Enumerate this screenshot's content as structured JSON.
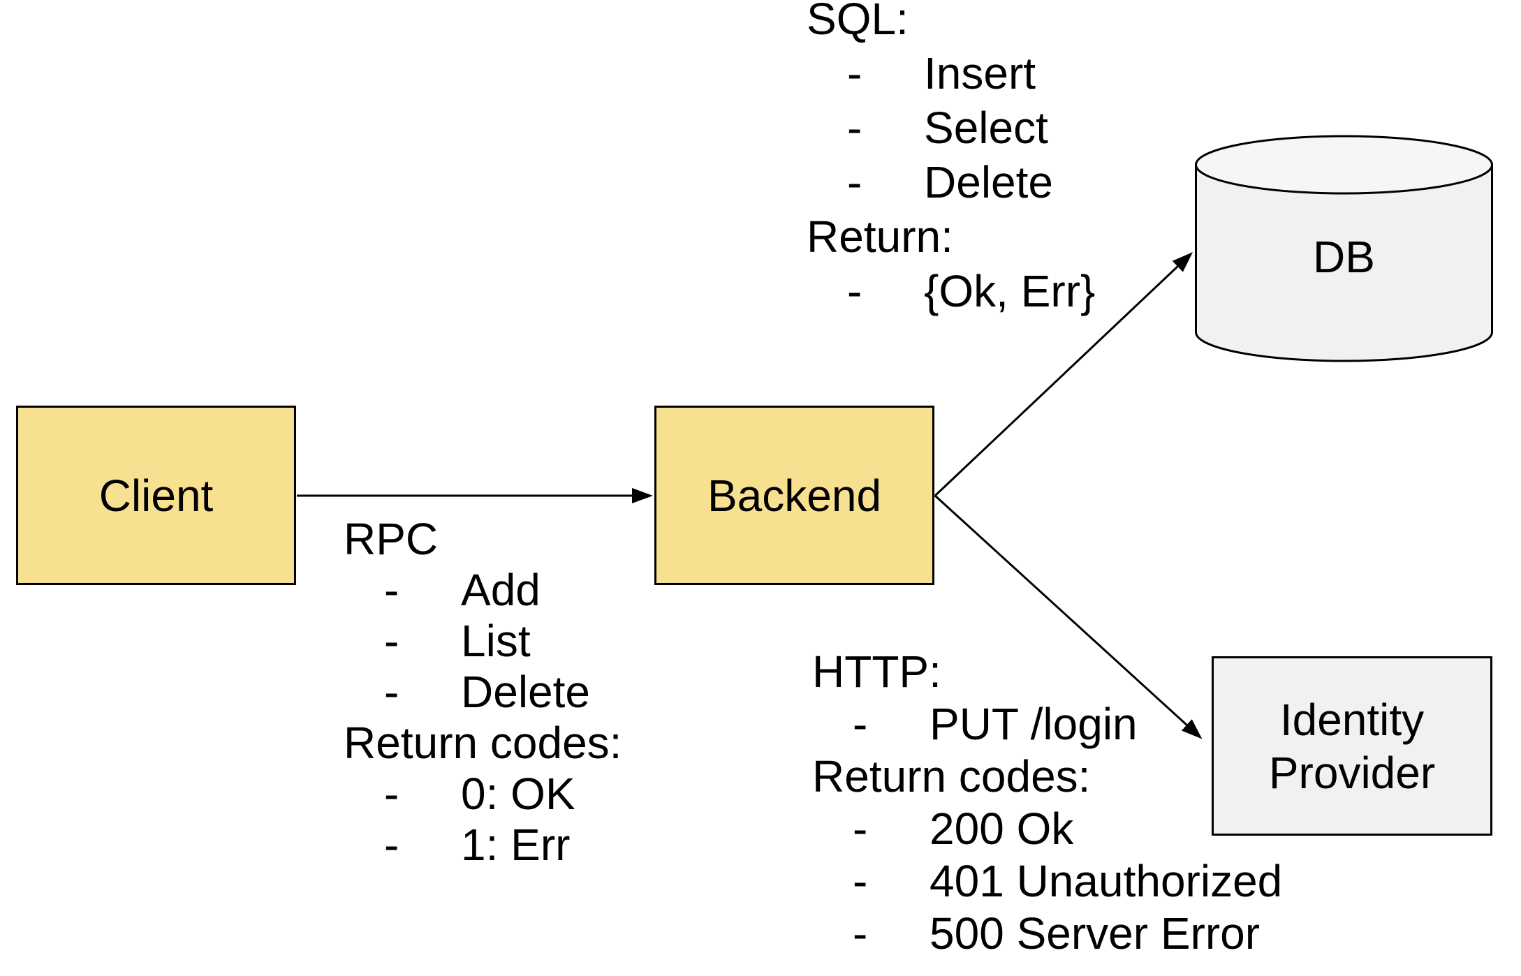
{
  "bullet": "-",
  "nodes": {
    "client": {
      "label": "Client"
    },
    "backend": {
      "label": "Backend"
    },
    "db": {
      "label": "DB"
    },
    "identity_provider": {
      "lines": [
        "Identity",
        "Provider"
      ]
    }
  },
  "annotations": {
    "rpc": {
      "title": "RPC",
      "items": [
        "Add",
        "List",
        "Delete"
      ],
      "subtitle": "Return codes:",
      "sub_items": [
        "0: OK",
        "1: Err"
      ]
    },
    "sql": {
      "title": "SQL:",
      "items": [
        "Insert",
        "Select",
        "Delete"
      ],
      "subtitle": "Return:",
      "sub_items": [
        "{Ok, Err}"
      ]
    },
    "http": {
      "title": "HTTP:",
      "items": [
        "PUT /login"
      ],
      "subtitle": "Return codes:",
      "sub_items": [
        "200 Ok",
        "401 Unauthorized",
        "500 Server Error"
      ]
    }
  },
  "colors": {
    "node_fill": "#F7E08F",
    "storage_fill": "#F1F1F1",
    "storage_top_fill": "#F6F6F6",
    "stroke": "#000000",
    "text": "#000000",
    "background": "#FFFFFF"
  }
}
